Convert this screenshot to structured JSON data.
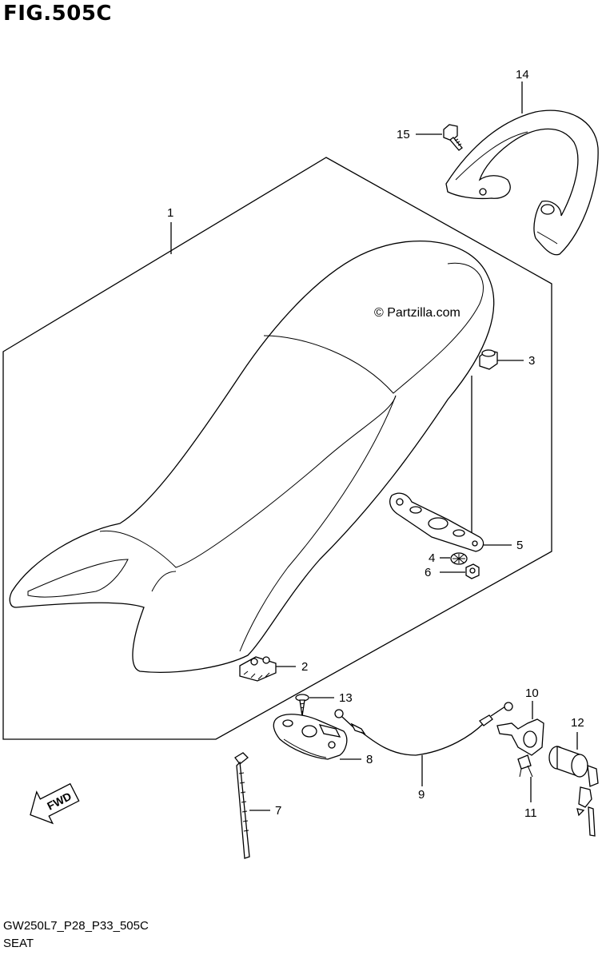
{
  "figure": {
    "title": "FIG.505C"
  },
  "footer": {
    "code": "GW250L7_P28_P33_505C",
    "name": "SEAT"
  },
  "watermark": "© Partzilla.com",
  "fwd_label": "FWD",
  "callouts": [
    {
      "id": "callout-1",
      "label": "1"
    },
    {
      "id": "callout-2",
      "label": "2"
    },
    {
      "id": "callout-3",
      "label": "3"
    },
    {
      "id": "callout-4",
      "label": "4"
    },
    {
      "id": "callout-5",
      "label": "5"
    },
    {
      "id": "callout-6",
      "label": "6"
    },
    {
      "id": "callout-7",
      "label": "7"
    },
    {
      "id": "callout-8",
      "label": "8"
    },
    {
      "id": "callout-9",
      "label": "9"
    },
    {
      "id": "callout-10",
      "label": "10"
    },
    {
      "id": "callout-11",
      "label": "11"
    },
    {
      "id": "callout-12",
      "label": "12"
    },
    {
      "id": "callout-13",
      "label": "13"
    },
    {
      "id": "callout-14",
      "label": "14"
    },
    {
      "id": "callout-15",
      "label": "15"
    }
  ]
}
